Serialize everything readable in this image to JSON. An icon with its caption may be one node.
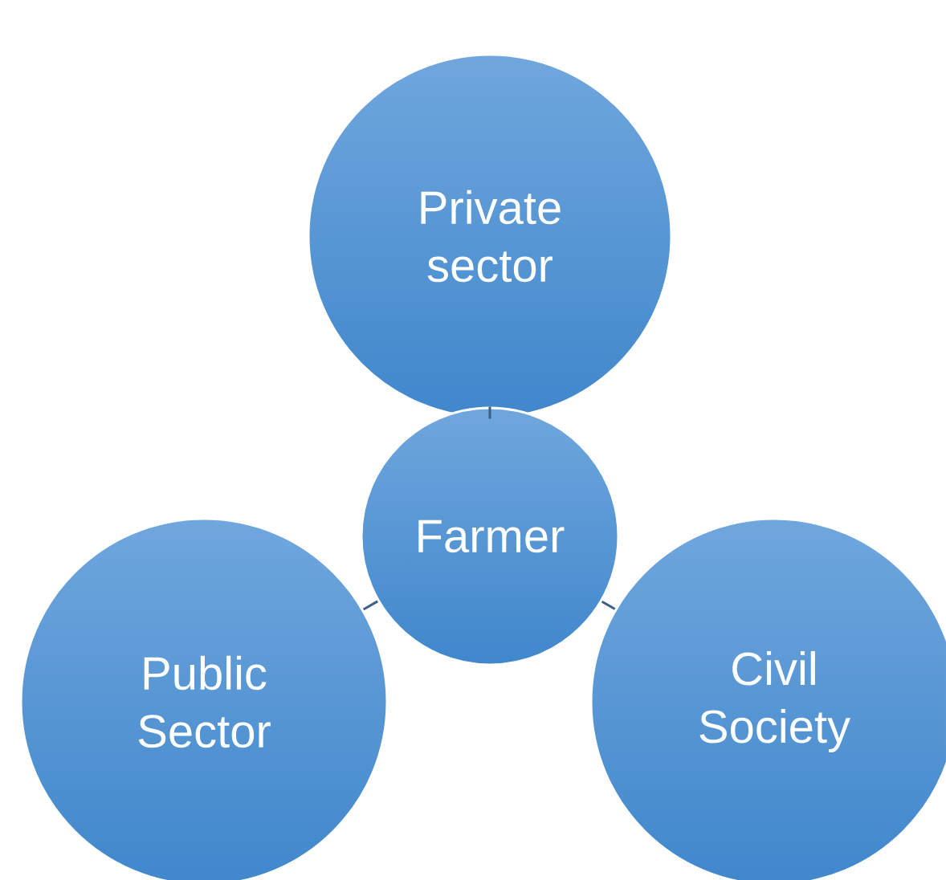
{
  "diagram": {
    "nodes": [
      {
        "text": [
          "Private sector"
        ]
      },
      {
        "text": [
          "Farmer"
        ]
      },
      {
        "text": [
          "Public Sector"
        ]
      },
      {
        "text": [
          "Civil Society"
        ]
      }
    ],
    "edges": [
      {
        "from": 1,
        "to": 0,
        "arrow": "none"
      },
      {
        "from": 1,
        "to": 2,
        "arrow": "none"
      },
      {
        "from": 1,
        "to": 3,
        "arrow": "none"
      }
    ]
  }
}
